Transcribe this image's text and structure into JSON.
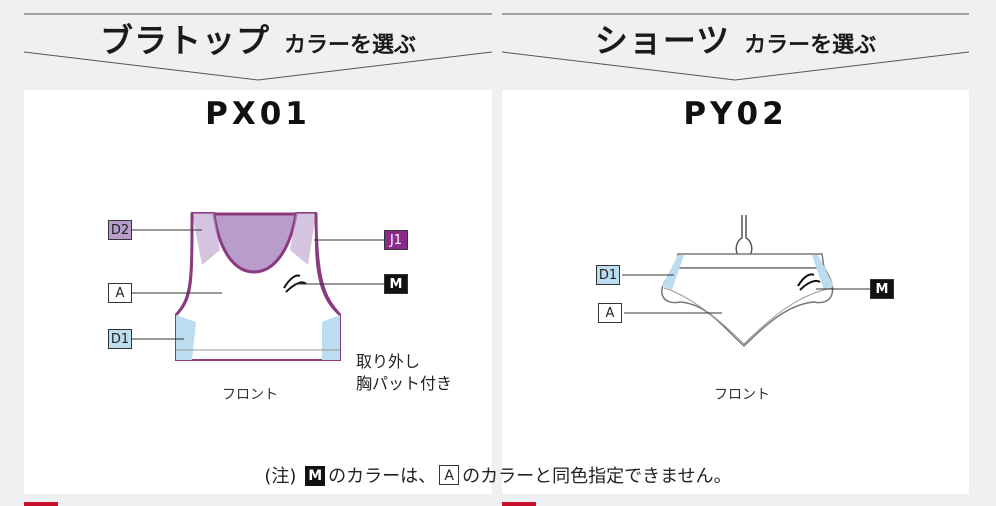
{
  "panels": {
    "left": {
      "title": "ブラトップ",
      "subtitle": "カラーを選ぶ",
      "model": "PX01",
      "front_label": "フロント",
      "labels": {
        "d2": "D2",
        "j1": "J1",
        "a": "A",
        "m": "M",
        "d1": "D1"
      },
      "note_line1": "取り外し",
      "note_line2": "胸パット付き"
    },
    "right": {
      "title": "ショーツ",
      "subtitle": "カラーを選ぶ",
      "model": "PY02",
      "front_label": "フロント",
      "labels": {
        "d1": "D1",
        "a": "A",
        "m": "M"
      }
    }
  },
  "footnote": {
    "prefix": "(注)",
    "m_box": "M",
    "middle": "のカラーは、",
    "a_box": "A",
    "suffix": "のカラーと同色指定できません。"
  },
  "colors": {
    "purple_trim": "#8a3a7e",
    "lavender": "#b89ccc",
    "light_blue": "#bcdcef",
    "j1_magenta": "#8b2b8a",
    "m_black": "#111111",
    "accent_red": "#c8102e"
  },
  "icons": {
    "logo": "asics-stripe-icon"
  }
}
